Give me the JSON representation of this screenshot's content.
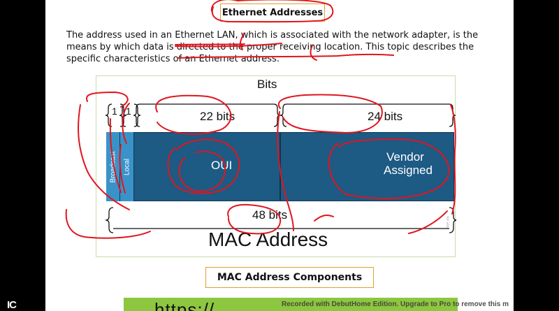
{
  "slide": {
    "title": "Ethernet Addresses",
    "intro": "The address used in an Ethernet LAN, which is associated with the network adapter, is the means by which data is directed to the proper receiving location. This topic describes the specific characteristics of an Ethernet address.",
    "footer_box": "MAC Address Components",
    "url_fragment": "https://"
  },
  "diagram": {
    "bits_title": "Bits",
    "one_a": "1",
    "one_b": "1",
    "oui_bits": "22 bits",
    "vendor_bits": "24 bits",
    "broadcast_label": "Broadcast",
    "local_label": "Local",
    "oui_label": "OUI",
    "vendor_line1": "Vendor",
    "vendor_line2": "Assigned",
    "total_bits": "48 bits",
    "mac_label": "MAC Address",
    "tiny_code": "SWP_001"
  },
  "overlay": {
    "watermark": "Recorded with DebutHome Edition. Upgrade to Pro to remove this m",
    "corner_logo": "IC"
  },
  "colors": {
    "bar": "#1d5a84",
    "strip": "#3a93c8",
    "annotation": "#e0161e",
    "box_border": "#e0a02a",
    "url_strip": "#8dc63f"
  }
}
